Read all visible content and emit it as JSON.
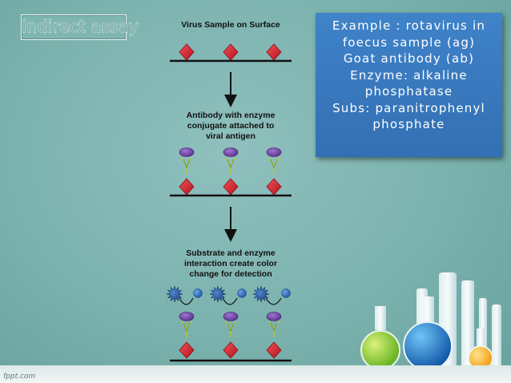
{
  "title": "Indirect assay",
  "stages": [
    {
      "label": "Virus Sample on Surface",
      "lines": [
        "Virus Sample on Surface"
      ]
    },
    {
      "label": "Antibody with enzyme conjugate attached to viral antigen",
      "lines": [
        "Antibody with enzyme",
        "conjugate  attached to",
        "viral antigen"
      ]
    },
    {
      "label": "Substrate and enzyme interaction create color change for detection",
      "lines": [
        "Substrate and enzyme",
        "interaction create color",
        "change for detection"
      ]
    }
  ],
  "example": {
    "lines": [
      "Example : rotavirus in",
      "foecus sample (ag)",
      "Goat antibody (ab)",
      "Enzyme: alkaline",
      "phosphatase",
      "Subs: paranitrophenyl",
      "phosphate"
    ]
  },
  "footer_logo": "fppt.com",
  "colors": {
    "antigen": "#d81f2a",
    "enzyme": "#6a3fa0",
    "antibody": "#b5c93b",
    "substrate_spiky": "#2560a8",
    "product_ball": "#2e6fc4",
    "example_box": "#3a7ec4"
  }
}
